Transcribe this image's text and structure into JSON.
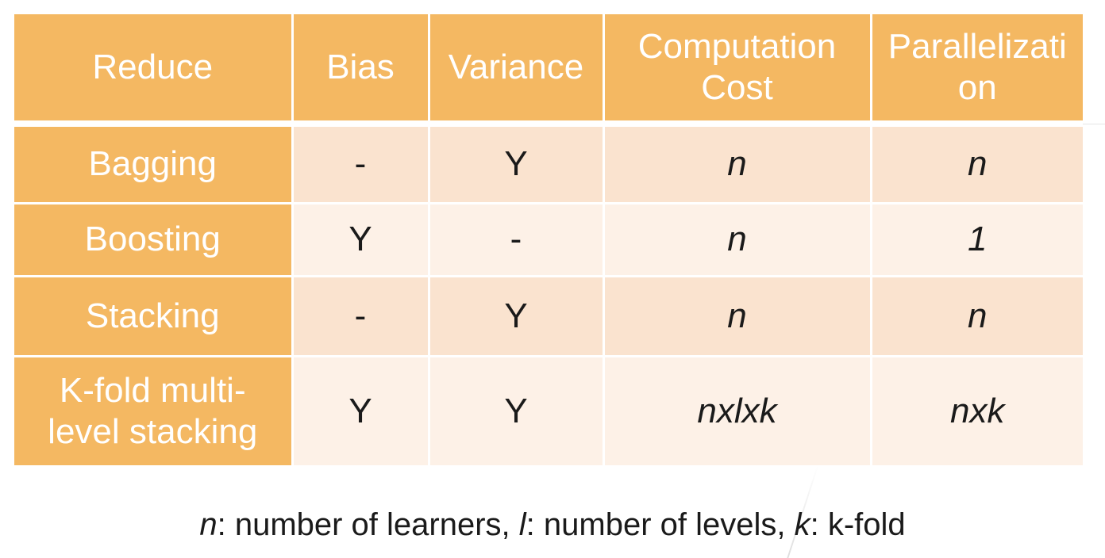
{
  "table": {
    "headers": [
      "Reduce",
      "Bias",
      "Variance",
      "Computation Cost",
      "Parallelizati on"
    ],
    "rows": [
      {
        "label": "Bagging",
        "bias": "-",
        "variance": "Y",
        "cost": "n",
        "parallel": "n"
      },
      {
        "label": "Boosting",
        "bias": "Y",
        "variance": "-",
        "cost": "n",
        "parallel": "1"
      },
      {
        "label": "Stacking",
        "bias": "-",
        "variance": "Y",
        "cost": "n",
        "parallel": "n"
      },
      {
        "label": "K-fold multi-level stacking",
        "bias": "Y",
        "variance": "Y",
        "cost": "nxlxk",
        "parallel": "nxk"
      }
    ]
  },
  "caption": {
    "n_sym": "n",
    "n_text": ": number of learners, ",
    "l_sym": "l",
    "l_text": ": number of levels, ",
    "k_sym": "k",
    "k_text": ": k-fold"
  },
  "colors": {
    "header_bg": "#f4b862",
    "row_odd_bg": "#fae3cf",
    "row_even_bg": "#fdf1e7",
    "header_text": "#ffffff",
    "body_text": "#1a1a1a"
  }
}
